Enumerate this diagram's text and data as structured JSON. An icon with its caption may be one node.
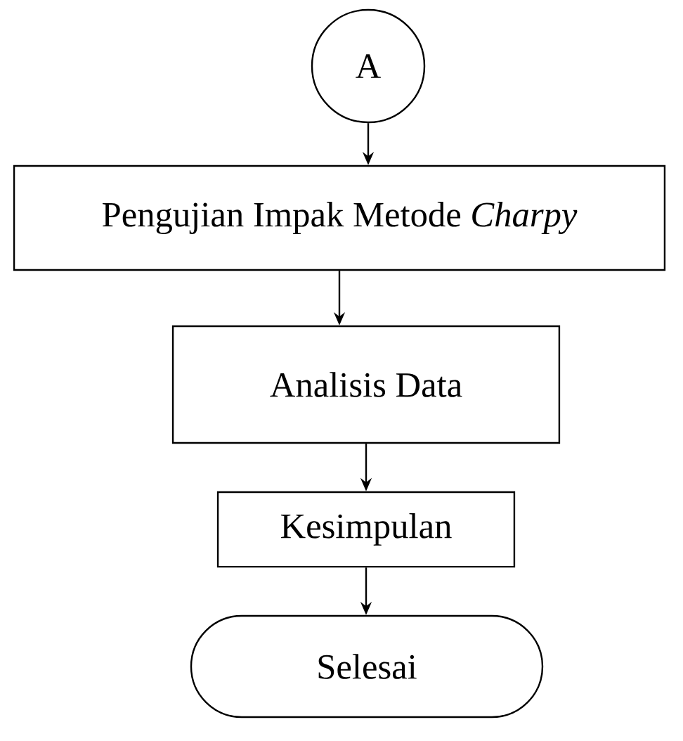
{
  "diagram": {
    "nodes": [
      {
        "text": [
          "A"
        ]
      },
      {
        "text": [
          "Pengujian Impak Metode *Charpy*"
        ]
      },
      {
        "text": [
          "Analisis Data"
        ]
      },
      {
        "text": [
          "Kesimpulan"
        ]
      },
      {
        "text": [
          "Selesai"
        ]
      }
    ],
    "edges": [
      {
        "from": 0,
        "to": 1,
        "arrow": "to"
      },
      {
        "from": 1,
        "to": 2,
        "arrow": "to"
      },
      {
        "from": 2,
        "to": 3,
        "arrow": "to"
      },
      {
        "from": 3,
        "to": 4,
        "arrow": "to"
      }
    ]
  }
}
